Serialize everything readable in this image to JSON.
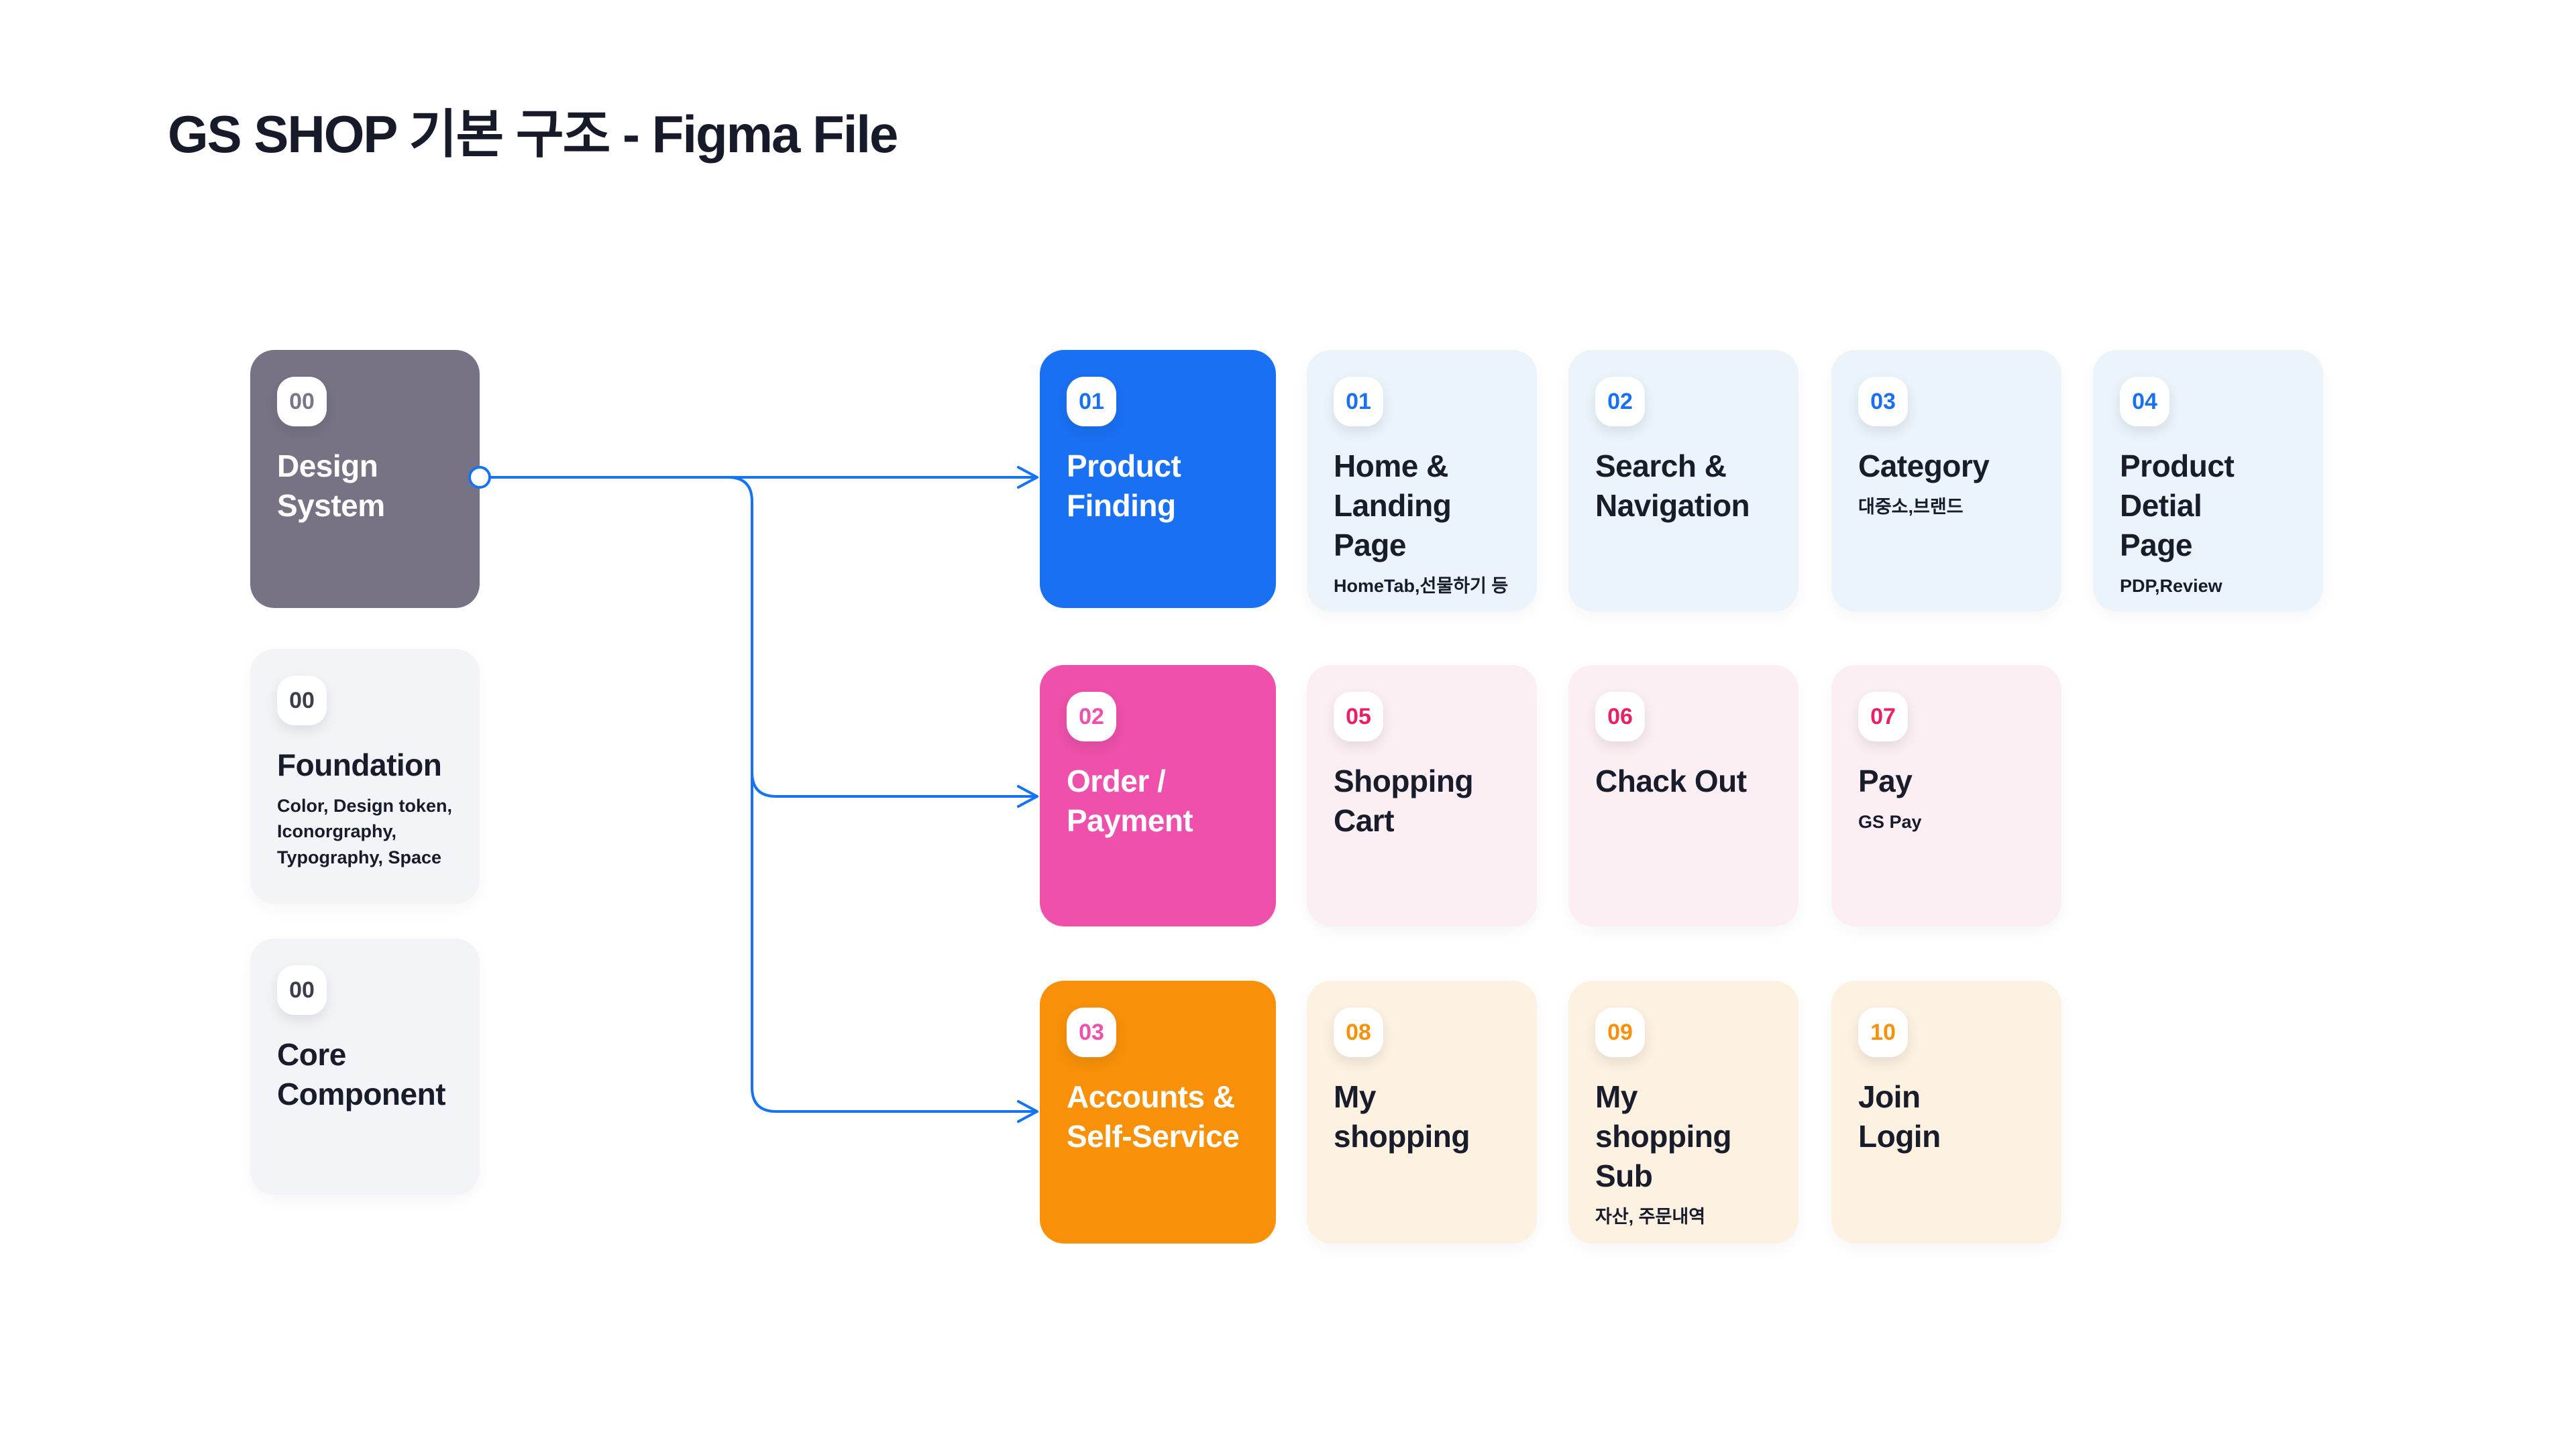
{
  "page": {
    "title": "GS SHOP 기본 구조 - Figma File"
  },
  "left_column": {
    "design_system": {
      "badge": "00",
      "title": "Design\nSystem"
    },
    "foundation": {
      "badge": "00",
      "title": "Foundation",
      "subtitle": "Color,  Design token,\nIconorgraphy,\nTypography, Space"
    },
    "core_component": {
      "badge": "00",
      "title": "Core\nComponent"
    }
  },
  "flows": {
    "product_finding": {
      "badge": "01",
      "title": "Product\nFinding",
      "pages": [
        {
          "badge": "01",
          "title": "Home &\nLanding\nPage",
          "subtitle": "HomeTab,선물하기 등"
        },
        {
          "badge": "02",
          "title": "Search &\nNavigation"
        },
        {
          "badge": "03",
          "title": "Category",
          "subtitle": "대중소,브랜드"
        },
        {
          "badge": "04",
          "title": "Product\nDetial\nPage",
          "subtitle": "PDP,Review"
        }
      ]
    },
    "order_payment": {
      "badge": "02",
      "title": "Order /\nPayment",
      "pages": [
        {
          "badge": "05",
          "title": "Shopping\nCart"
        },
        {
          "badge": "06",
          "title": "Chack Out"
        },
        {
          "badge": "07",
          "title": "Pay",
          "subtitle": "GS Pay"
        }
      ]
    },
    "accounts_self_service": {
      "badge": "03",
      "title": "Accounts &\nSelf-Service",
      "pages": [
        {
          "badge": "08",
          "title": "My\nshopping"
        },
        {
          "badge": "09",
          "title": "My\nshopping\nSub",
          "subtitle": "자산, 주문내역"
        },
        {
          "badge": "10",
          "title": "Join\nLogin"
        }
      ]
    }
  },
  "connections": [
    {
      "from": "design_system",
      "to": "product_finding"
    },
    {
      "from": "design_system",
      "to": "order_payment"
    },
    {
      "from": "design_system",
      "to": "accounts_self_service"
    }
  ],
  "colors": {
    "background": "#ffffff",
    "title_text": "#171b29",
    "card_dark": "#787384",
    "card_gray": "#f3f4f7",
    "card_blue": "#1a70f2",
    "card_pink": "#ee50ab",
    "card_orange": "#f89109",
    "card_light_blue": "#eaf4fa",
    "card_light_pink": "#fceff4",
    "card_light_cream": "#fdf1e2",
    "badge_rose_number": "#e92160",
    "connector_blue": "#1673f4"
  }
}
